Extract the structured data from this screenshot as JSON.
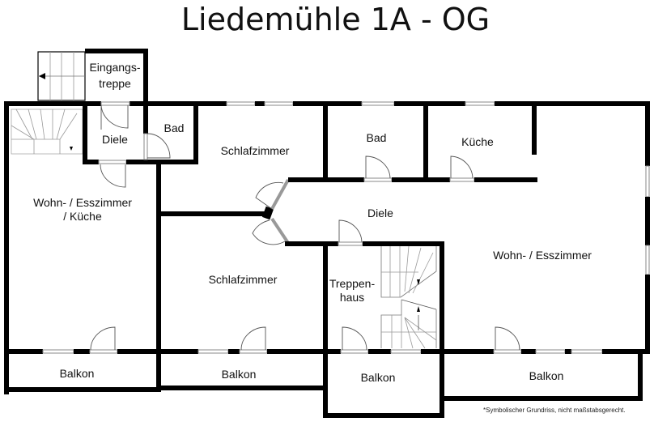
{
  "title": "Liedemühle 1A - OG",
  "rooms": {
    "eingangstreppe": {
      "line1": "Eingangs-",
      "line2": "treppe"
    },
    "diele_left": "Diele",
    "bad_left": "Bad",
    "schlafzimmer_top": "Schlafzimmer",
    "bad_mid": "Bad",
    "kueche": "Küche",
    "diele_mid": "Diele",
    "wohn_left": {
      "line1": "Wohn- / Esszimmer",
      "line2": "/ Küche"
    },
    "schlafzimmer_bottom": "Schlafzimmer",
    "treppenhaus": {
      "line1": "Treppen-",
      "line2": "haus"
    },
    "wohn_right": "Wohn- / Esszimmer",
    "balkon_1": "Balkon",
    "balkon_2": "Balkon",
    "balkon_3": "Balkon",
    "balkon_4": "Balkon"
  },
  "footnote": "*Symbolischer Grundriss, nicht maßstabsgerecht.",
  "colors": {
    "wall": "#000000",
    "window": "#888888",
    "background": "#ffffff"
  }
}
